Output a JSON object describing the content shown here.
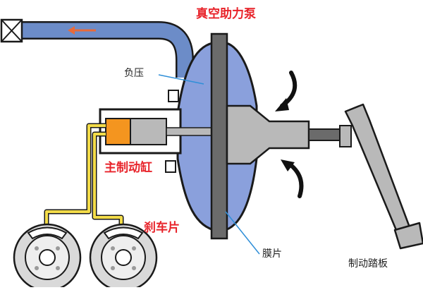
{
  "labels": {
    "pump": "真空助力泵",
    "negative_pressure": "负压",
    "master_cylinder": "主制动缸",
    "brake_pad": "刹车片",
    "diaphragm": "膜片",
    "pedal": "制动踏板"
  },
  "colors": {
    "housing_blue": "#8aa0dc",
    "pipe_blue": "#6c8cc8",
    "outline": "#1a1a1a",
    "plunger_gray": "#b9b9b9",
    "diaphragm_gray": "#6b6b6b",
    "fluid_orange": "#f4951f",
    "brake_line_yellow": "#f3dc49",
    "flow_arrow": "#e86a3a",
    "label_red": "#e8232a"
  }
}
